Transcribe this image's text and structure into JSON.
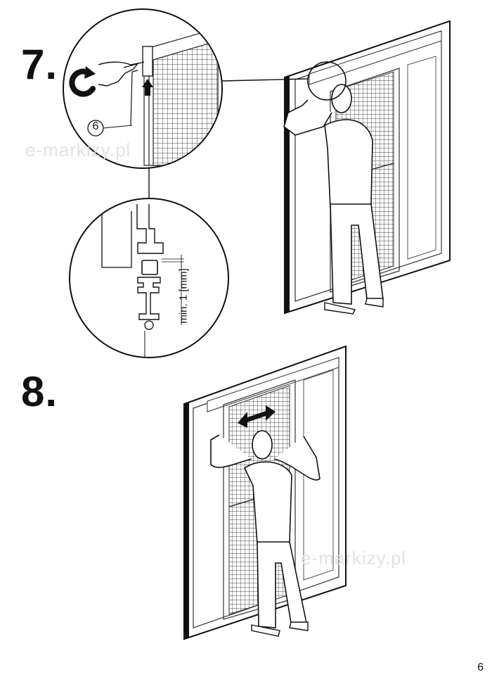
{
  "steps": [
    {
      "number": "7."
    },
    {
      "number": "8."
    }
  ],
  "detail": {
    "callout_number": "6",
    "measurement_label": "min. 1 [mm]"
  },
  "watermark": "e-markizy.pl",
  "page_number": "6",
  "icons": {
    "rotate": "rotate-arrow-icon",
    "up_arrow": "up-arrow-icon",
    "slide": "double-arrow-icon"
  }
}
